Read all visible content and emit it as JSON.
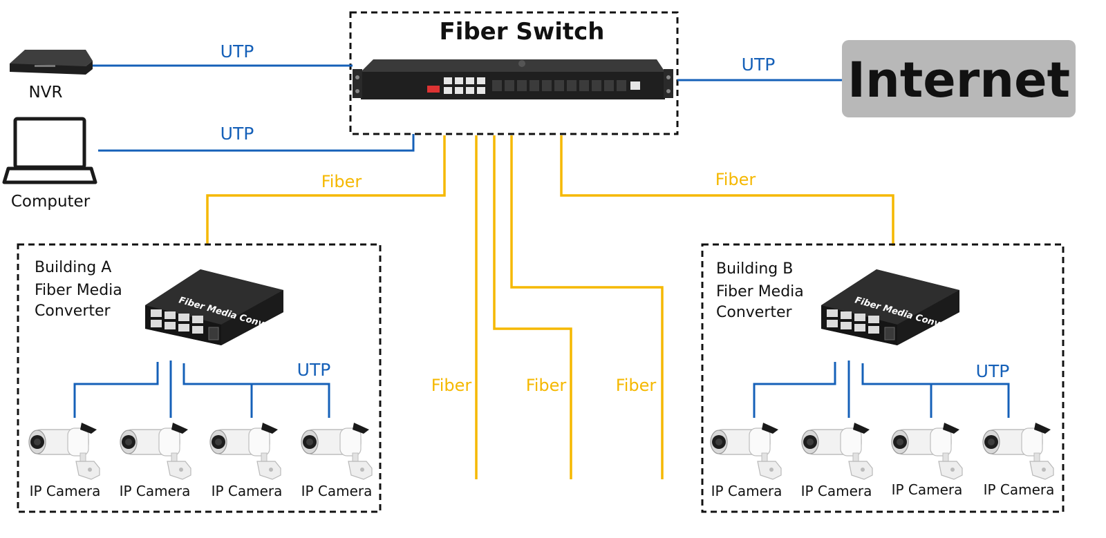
{
  "switch": {
    "title": "Fiber Switch"
  },
  "internet": {
    "label": "Internet"
  },
  "nvr": {
    "label": "NVR"
  },
  "computer": {
    "label": "Computer"
  },
  "links": {
    "nvr_switch": "UTP",
    "computer_switch": "UTP",
    "switch_internet": "UTP",
    "fiber_building_a": "Fiber",
    "fiber_building_b": "Fiber",
    "fiber_1": "Fiber",
    "fiber_2": "Fiber",
    "fiber_3": "Fiber"
  },
  "building_a": {
    "title_line1": "Building A",
    "title_line2": "Fiber Media",
    "title_line3": "Converter",
    "device_text": "Fiber Media Converter",
    "utp_label": "UTP",
    "cameras": [
      "IP Camera",
      "IP Camera",
      "IP Camera",
      "IP Camera"
    ]
  },
  "building_b": {
    "title_line1": "Building B",
    "title_line2": "Fiber Media",
    "title_line3": "Converter",
    "device_text": "Fiber Media Converter",
    "utp_label": "UTP",
    "cameras": [
      "IP Camera",
      "IP Camera",
      "IP Camera",
      "IP Camera"
    ]
  },
  "colors": {
    "utp": "#1560b8",
    "fiber": "#f5b800",
    "internet_box": "#b8b8b8"
  }
}
